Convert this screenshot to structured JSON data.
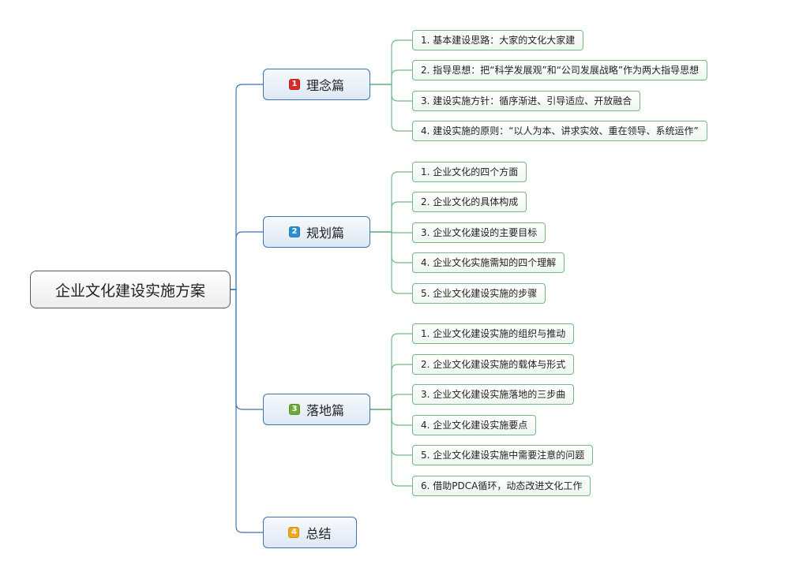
{
  "root": {
    "label": "企业文化建设实施方案"
  },
  "colors": {
    "root_border": "#5a5a5a",
    "branch_border": "#3f74b4",
    "leaf_border": "#74b886",
    "badge_1": "#d92a2a",
    "badge_2": "#2a8fd0",
    "badge_3": "#6aaa35",
    "badge_4": "#f0a818"
  },
  "branches": [
    {
      "badge": "1",
      "badge_color": "#d92a2a",
      "label": "理念篇",
      "children": [
        "1. 基本建设思路：大家的文化大家建",
        "2. 指导思想：把“科学发展观”和“公司发展战略”作为两大指导思想",
        "3. 建设实施方针：循序渐进、引导适应、开放融合",
        "4. 建设实施的原则：“以人为本、讲求实效、重在领导、系统运作”"
      ]
    },
    {
      "badge": "2",
      "badge_color": "#2a8fd0",
      "label": "规划篇",
      "children": [
        "1. 企业文化的四个方面",
        "2. 企业文化的具体构成",
        "3. 企业文化建设的主要目标",
        "4. 企业文化实施需知的四个理解",
        "5. 企业文化建设实施的步骤"
      ]
    },
    {
      "badge": "3",
      "badge_color": "#6aaa35",
      "label": "落地篇",
      "children": [
        "1. 企业文化建设实施的组织与推动",
        "2. 企业文化建设实施的载体与形式",
        "3. 企业文化建设实施落地的三步曲",
        "4. 企业文化建设实施要点",
        "5. 企业文化建设实施中需要注意的问题",
        "6. 借助PDCA循环，动态改进文化工作"
      ]
    },
    {
      "badge": "4",
      "badge_color": "#f0a818",
      "label": "总结",
      "children": []
    }
  ]
}
